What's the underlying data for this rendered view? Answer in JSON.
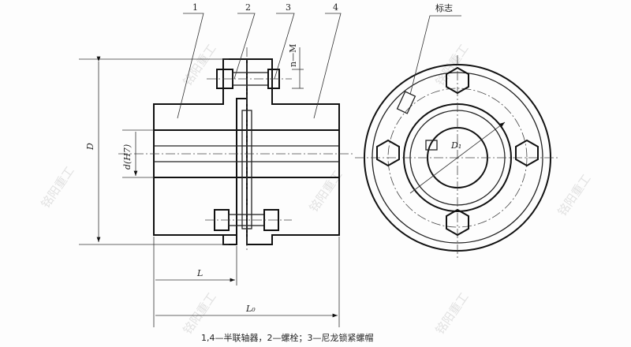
{
  "labels": {
    "part1": "1",
    "part2": "2",
    "part3": "3",
    "part4": "4",
    "bolt_spec": "n—M",
    "outer_diameter": "D",
    "bore": "d(H7)",
    "hub_length": "L",
    "total_length": "L₀",
    "bolt_circle": "D₁",
    "mark": "标志"
  },
  "caption": "1,4—半联轴器，2—螺栓；3—尼龙锁紧螺帽",
  "watermark": "铭阳重工"
}
